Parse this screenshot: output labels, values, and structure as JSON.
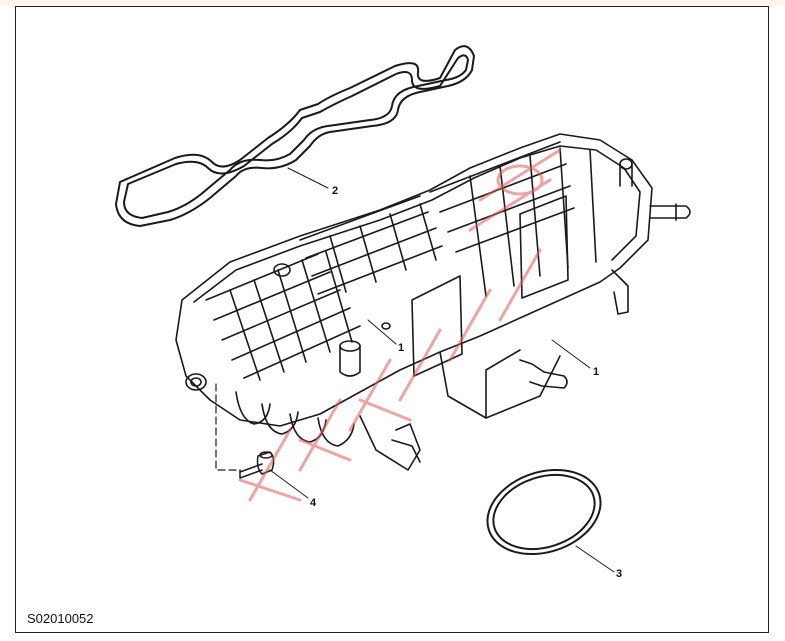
{
  "callouts": {
    "gasket_manifold": "2",
    "bracket_center": "1",
    "manifold_right": "1",
    "bolt": "4",
    "oring": "3"
  },
  "figure_id": "S02010052",
  "watermark": {
    "color": "#e05a5a"
  }
}
